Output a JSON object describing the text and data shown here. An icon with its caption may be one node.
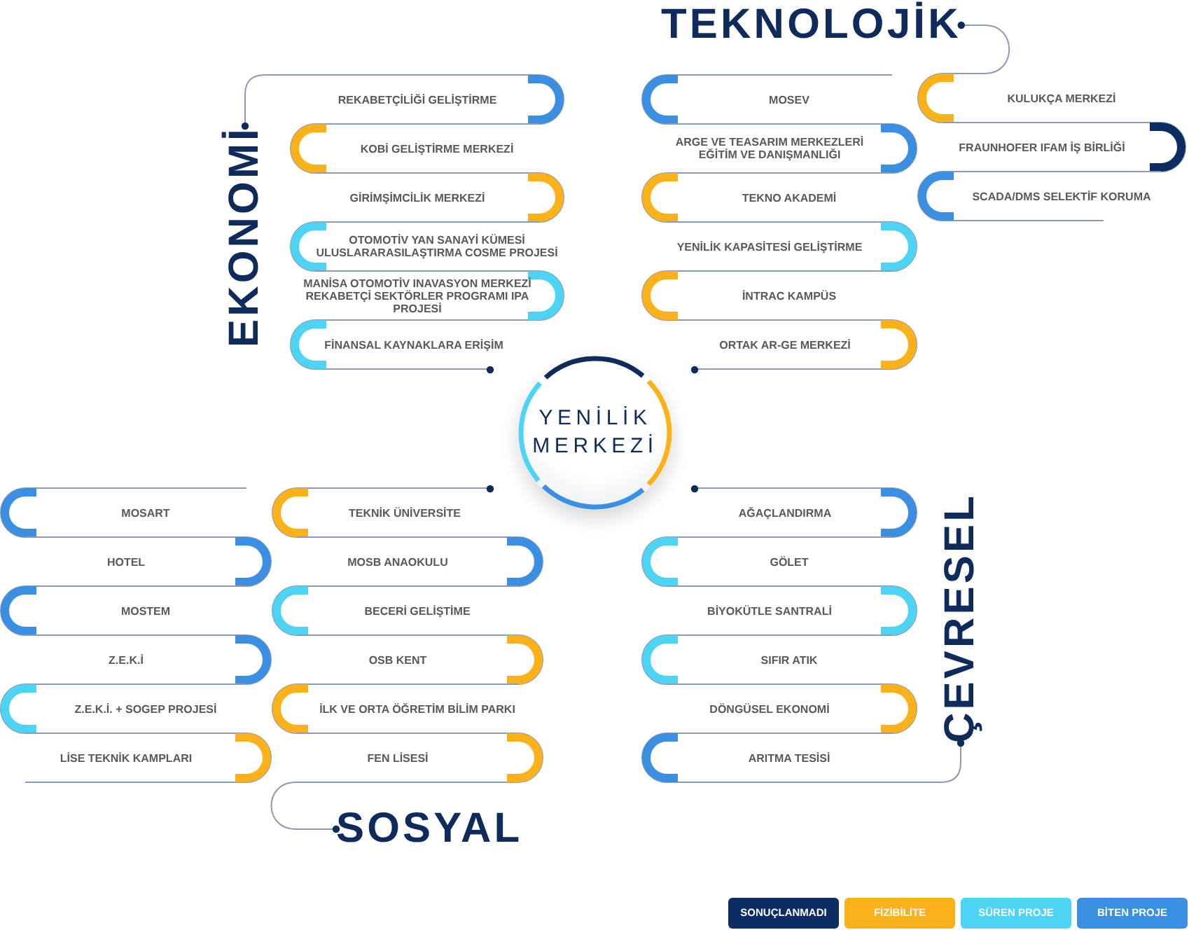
{
  "diagram": {
    "nodes": [
      {
        "text": [
          "EKONOMİ"
        ]
      },
      {
        "text": [
          "REKABETÇİLİĞİ GELİŞTİRME"
        ]
      },
      {
        "text": [
          "KOBİ GELİŞTİRME MERKEZİ"
        ]
      },
      {
        "text": [
          "GİRİMŞİMCİLİK MERKEZİ"
        ]
      },
      {
        "text": [
          "OTOMOTİV YAN SANAYİ KÜMESİ ULUSLARARASILAŞTIRMA COSME PROJESİ"
        ]
      },
      {
        "text": [
          "MANİSA OTOMOTİV INAVASYON MERKEZİ REKABETÇİ SEKTÖRLER PROGRAMI IPA PROJESİ"
        ]
      },
      {
        "text": [
          "FİNANSAL KAYNAKLARA ERİŞİM"
        ]
      },
      {
        "text": [
          "TEKNOLOJİK"
        ]
      },
      {
        "text": [
          "MOSEV"
        ]
      },
      {
        "text": [
          "ARGE VE TEASARIM MERKEZLERİ EĞİTİM VE DANIŞMANLIĞI"
        ]
      },
      {
        "text": [
          "TEKNO AKADEMİ"
        ]
      },
      {
        "text": [
          "YENİLİK KAPASİTESİ GELİŞTİRME"
        ]
      },
      {
        "text": [
          "İNTRAC KAMPÜS"
        ]
      },
      {
        "text": [
          "ORTAK AR-GE MERKEZİ"
        ]
      },
      {
        "text": [
          "KULUKÇA MERKEZİ"
        ]
      },
      {
        "text": [
          "FRAUNHOFER IFAM İŞ BİRLİĞİ"
        ]
      },
      {
        "text": [
          "SCADA/DMS SELEKTİF KORUMA"
        ]
      },
      {
        "text": [
          "YENİLİK MERKEZİ"
        ]
      },
      {
        "text": [
          "MOSART"
        ]
      },
      {
        "text": [
          "HOTEL"
        ]
      },
      {
        "text": [
          "MOSTEM"
        ]
      },
      {
        "text": [
          "Z.E.K.İ"
        ]
      },
      {
        "text": [
          "Z.E.K.İ. + SOGEP PROJESİ"
        ]
      },
      {
        "text": [
          "LİSE TEKNİK KAMPLARI"
        ]
      },
      {
        "text": [
          "TEKNİK ÜNİVERSİTE"
        ]
      },
      {
        "text": [
          "MOSB ANAOKULU"
        ]
      },
      {
        "text": [
          "BECERİ GELİŞTİME"
        ]
      },
      {
        "text": [
          "OSB KENT"
        ]
      },
      {
        "text": [
          "İLK VE ORTA ÖĞRETİM BİLİM PARKI"
        ]
      },
      {
        "text": [
          "FEN LİSESİ"
        ]
      },
      {
        "text": [
          "SOSYAL"
        ]
      },
      {
        "text": [
          "AĞAÇLANDIRMA"
        ]
      },
      {
        "text": [
          "GÖLET"
        ]
      },
      {
        "text": [
          "BİYOKÜTLE SANTRALİ"
        ]
      },
      {
        "text": [
          "SIFIR ATIK"
        ]
      },
      {
        "text": [
          "DÖNGÜSEL EKONOMİ"
        ]
      },
      {
        "text": [
          "ARITMA TESİSİ"
        ]
      },
      {
        "text": [
          "ÇEVRESEL"
        ]
      }
    ],
    "edges": [
      {
        "from": 1,
        "to": 0,
        "arrow": "other"
      },
      {
        "from": 14,
        "to": 7,
        "arrow": "other"
      },
      {
        "from": 29,
        "to": 30,
        "arrow": "other"
      },
      {
        "from": 36,
        "to": 37,
        "arrow": "other"
      }
    ],
    "legend": [
      {
        "text": "SONUÇLANMADI",
        "color": "#0c2d62"
      },
      {
        "text": "FİZİBİLİTE",
        "color": "#fbb21a"
      },
      {
        "text": "SÜREN PROJE",
        "color": "#4dd4f4"
      },
      {
        "text": "BİTEN PROJE",
        "color": "#3b8fe3"
      }
    ]
  }
}
